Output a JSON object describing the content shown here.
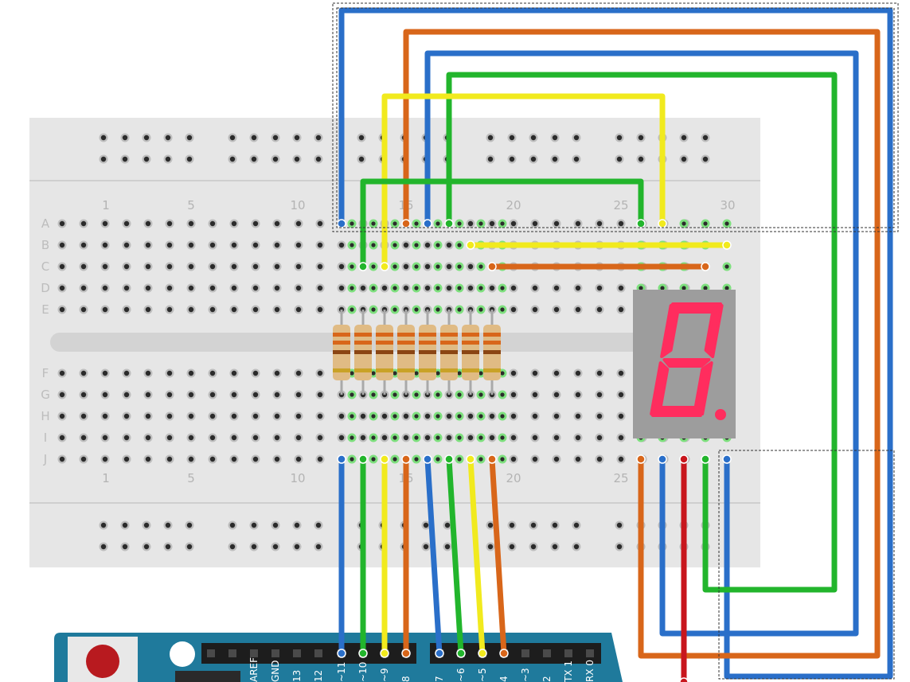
{
  "colors": {
    "blue": "#2a6fc9",
    "orange": "#d8661a",
    "green": "#22b52c",
    "yellow": "#f1ea1e",
    "red": "#c8161d",
    "breadboard": "#e6e6e6",
    "arduino": "#1f7a9c",
    "segment": "#ff2d5e"
  },
  "breadboard": {
    "column_labels_top": [
      "1",
      "5",
      "10",
      "15",
      "20",
      "25",
      "30"
    ],
    "column_labels_bottom": [
      "1",
      "5",
      "10",
      "15",
      "20",
      "25"
    ],
    "row_labels_top": [
      "A",
      "B",
      "C",
      "D",
      "E"
    ],
    "row_labels_bottom": [
      "F",
      "G",
      "H",
      "I",
      "J"
    ]
  },
  "display": {
    "type": "seven-segment",
    "digit": "8",
    "decimal_point": true
  },
  "resistors": {
    "count": 8
  },
  "arduino": {
    "header_labels": [
      "AREF",
      "GND",
      "13",
      "12",
      "~11",
      "~10",
      "~9",
      "8",
      "7",
      "~6",
      "~5",
      "4",
      "~3",
      "2",
      "TX 1",
      "RX 0"
    ]
  },
  "icons": [
    "reset-button-icon"
  ]
}
